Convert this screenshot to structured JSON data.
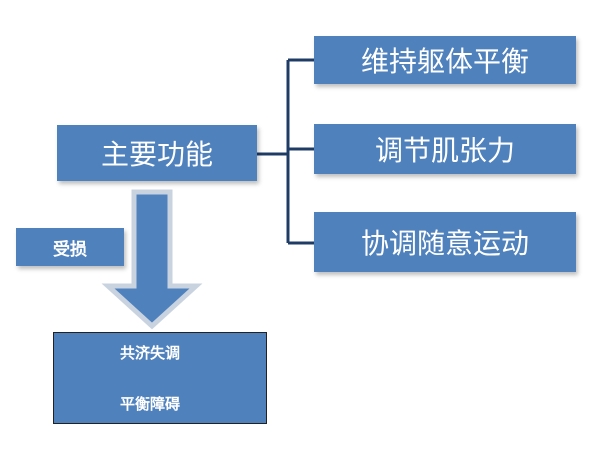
{
  "main_function": "主要功能",
  "functions": [
    "维持躯体平衡",
    "调节肌张力",
    "协调随意运动"
  ],
  "damage_label": "受损",
  "results": [
    "共济失调",
    "平衡障碍"
  ],
  "colors": {
    "box_fill": "#4f81bd",
    "connector": "#1f3c66",
    "arrow": "#4f81bd"
  }
}
